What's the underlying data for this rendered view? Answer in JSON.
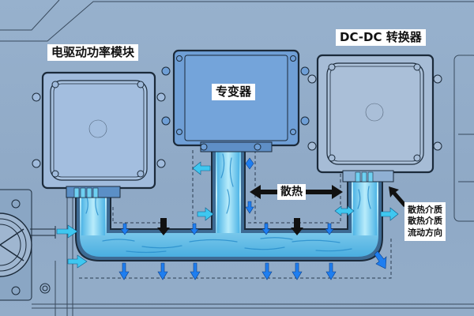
{
  "diagram": {
    "title": "Cooling medium flow around power electronics modules",
    "components": [
      {
        "id": "motor-module",
        "label": "电驱动功率模块"
      },
      {
        "id": "transformer",
        "label": "专变器"
      },
      {
        "id": "dcdc",
        "label": "DC-DC 转换器"
      }
    ],
    "heat_label": "散热",
    "legend": {
      "lines": [
        "散热介质",
        "散热介质",
        "流动方向"
      ]
    },
    "colors": {
      "background": "#93aecb",
      "module_fill": "#6f9fd6",
      "module_fill_light": "#a9c0dc",
      "coolant": "#7fd6f5",
      "coolant_dark": "#3aa6dc",
      "arrow_blue": "#1e7ef0",
      "arrow_cyan": "#3fc7f0",
      "outline": "#1b2a3a"
    }
  }
}
